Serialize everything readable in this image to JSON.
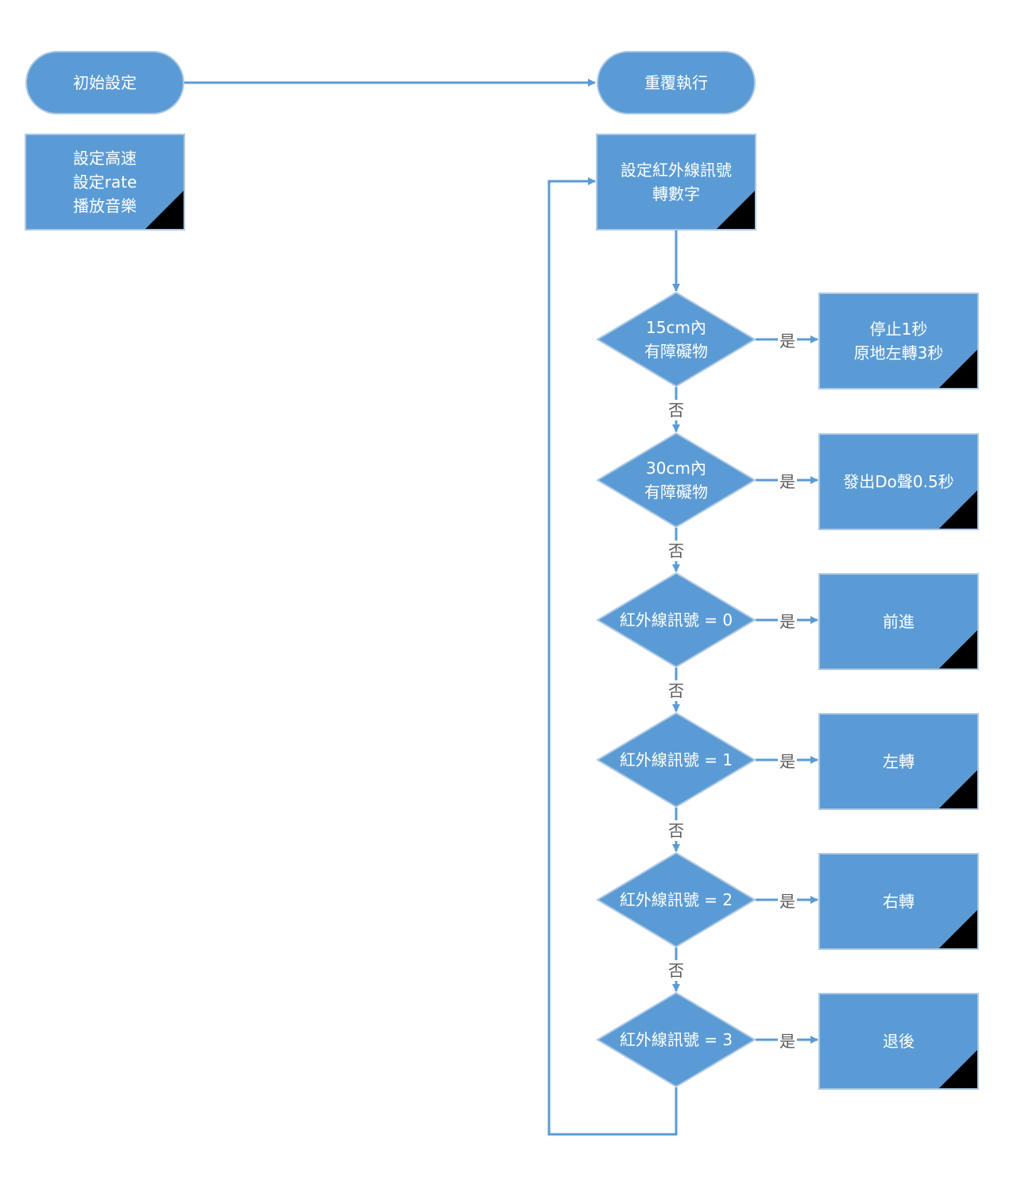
{
  "colors": {
    "shape_fill": "#5b9bd5",
    "shape_border": "#aec8e4",
    "connector": "#5b9bd5",
    "corner_mark": "#000000",
    "text": "#ffffff",
    "edge_label": "#5a5a5a"
  },
  "nodes": {
    "setup": {
      "label": "初始設定"
    },
    "setup_box": {
      "lines": [
        "設定高速",
        "設定rate",
        "播放音樂"
      ]
    },
    "loop": {
      "label": "重覆執行"
    },
    "ir_convert": {
      "lines": [
        "設定紅外線訊號",
        "轉數字"
      ]
    },
    "d15": {
      "lines": [
        "15cm內",
        "有障礙物"
      ]
    },
    "d30": {
      "lines": [
        "30cm內",
        "有障礙物"
      ]
    },
    "d_ir0": {
      "lines": [
        "紅外線訊號 = 0"
      ]
    },
    "d_ir1": {
      "lines": [
        "紅外線訊號 = 1"
      ]
    },
    "d_ir2": {
      "lines": [
        "紅外線訊號 = 2"
      ]
    },
    "d_ir3": {
      "lines": [
        "紅外線訊號 = 3"
      ]
    },
    "act_stop": {
      "lines": [
        "停止1秒",
        "原地左轉3秒"
      ]
    },
    "act_do": {
      "lines": [
        "發出Do聲0.5秒"
      ]
    },
    "act_forward": {
      "lines": [
        "前進"
      ]
    },
    "act_left": {
      "lines": [
        "左轉"
      ]
    },
    "act_right": {
      "lines": [
        "右轉"
      ]
    },
    "act_back": {
      "lines": [
        "退後"
      ]
    }
  },
  "edge_labels": {
    "yes": "是",
    "no": "否"
  }
}
